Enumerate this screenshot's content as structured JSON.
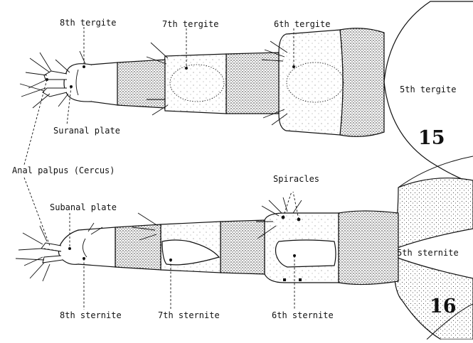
{
  "figure_upper": {
    "number": "15",
    "labels": {
      "tergite_8": "8th tergite",
      "tergite_7": "7th tergite",
      "tergite_6": "6th tergite",
      "tergite_5": "5th tergite",
      "suranal_plate": "Suranal plate"
    }
  },
  "shared_label": {
    "anal_palpus": "Anal palpus (Cercus)"
  },
  "figure_lower": {
    "number": "16",
    "labels": {
      "spiracles": "Spiracles",
      "subanal_plate": "Subanal plate",
      "sternite_5": "5th sternite",
      "sternite_8": "8th sternite",
      "sternite_7": "7th sternite",
      "sternite_6": "6th sternite"
    }
  },
  "colors": {
    "ink": "#111111",
    "stipple": "#222222"
  }
}
